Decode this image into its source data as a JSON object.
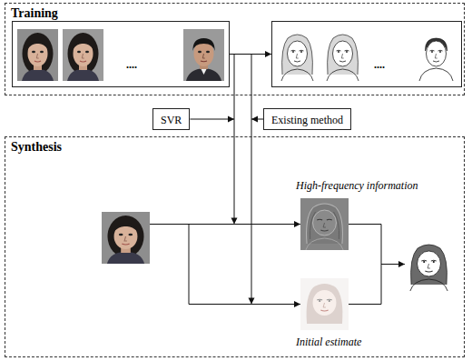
{
  "diagram": {
    "nodes": [
      {
        "text": [
          "Training"
        ]
      },
      {
        "text": [
          "...."
        ],
        "in": 0
      },
      {
        "text": [
          "...."
        ],
        "in": 0
      },
      {
        "text": [
          "SVR"
        ]
      },
      {
        "text": [
          "Existing method"
        ]
      },
      {
        "text": [
          "Synthesis"
        ]
      },
      {
        "text": [
          "High-frequency information"
        ],
        "in": 5
      },
      {
        "text": [
          "Initial estimate"
        ],
        "in": 5
      }
    ],
    "edges": [
      {
        "from": 1,
        "to": 2,
        "arrow": "to"
      }
    ]
  }
}
